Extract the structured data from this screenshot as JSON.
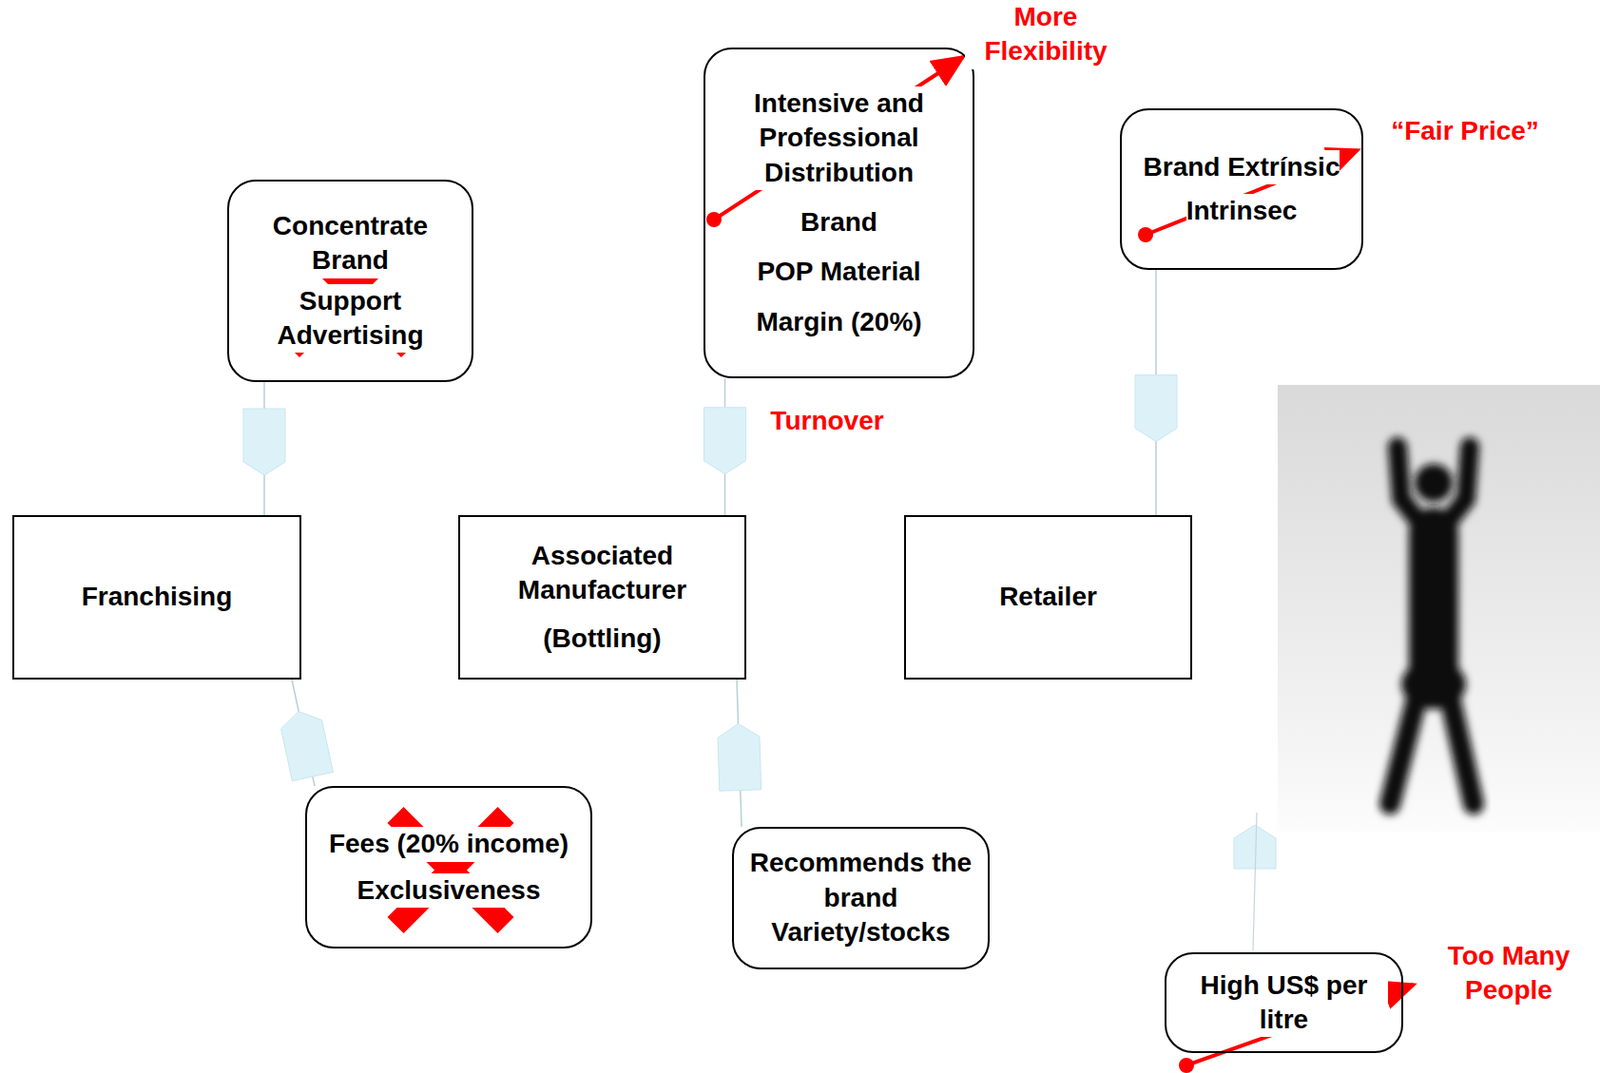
{
  "diagram": {
    "nodes": [
      {
        "text": [
          "Franchising"
        ]
      },
      {
        "text": [
          "Associated Manufacturer",
          "(Bottling)"
        ]
      },
      {
        "text": [
          "Retailer"
        ]
      },
      {
        "text": [
          "Concentrate Brand",
          "Support Advertising"
        ]
      },
      {
        "text": [
          "Fees (20% income)",
          "Exclusiveness"
        ]
      },
      {
        "text": [
          "Intensive and Professional Distribution",
          "Brand",
          "POP Material",
          "Margin (20%)"
        ]
      },
      {
        "text": [
          "Brand Extrínsic",
          "Intrinsec"
        ]
      },
      {
        "text": [
          "Recommends the brand",
          "Variety/stocks"
        ]
      },
      {
        "text": [
          "High US$ per litre"
        ]
      }
    ],
    "edges": [
      {
        "from": 3,
        "to": 0,
        "arrow": "to"
      },
      {
        "from": 5,
        "to": 1,
        "arrow": "to"
      },
      {
        "from": 6,
        "to": 2,
        "arrow": "to"
      },
      {
        "from": 4,
        "to": 0,
        "arrow": "to"
      },
      {
        "from": 7,
        "to": 1,
        "arrow": "to"
      }
    ],
    "labels": [
      "More Flexibility",
      "Turnover",
      "“Fair Price”",
      "Too Many People"
    ]
  }
}
